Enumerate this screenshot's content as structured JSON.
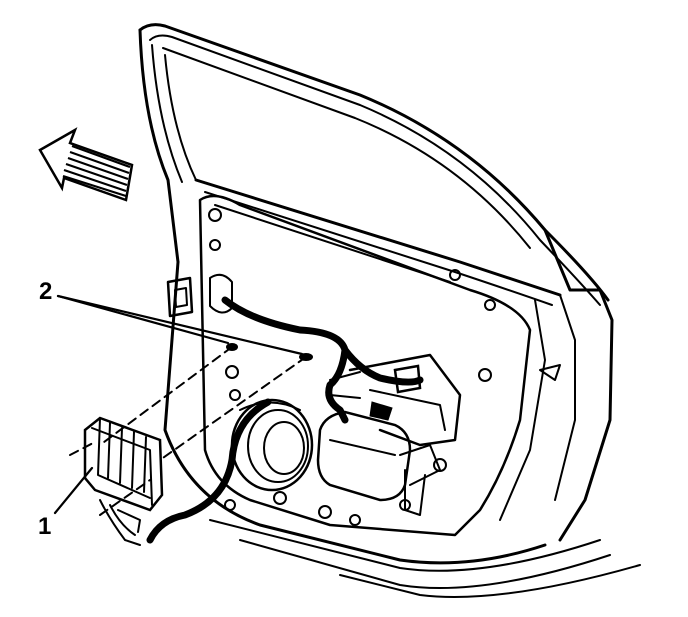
{
  "diagram": {
    "callouts": [
      {
        "id": "1",
        "label": "1"
      },
      {
        "id": "2",
        "label": "2"
      }
    ],
    "colors": {
      "line": "#000000",
      "background": "#ffffff",
      "shade": "#d9d9d9"
    },
    "icons": [
      "direction-arrow-icon"
    ]
  }
}
